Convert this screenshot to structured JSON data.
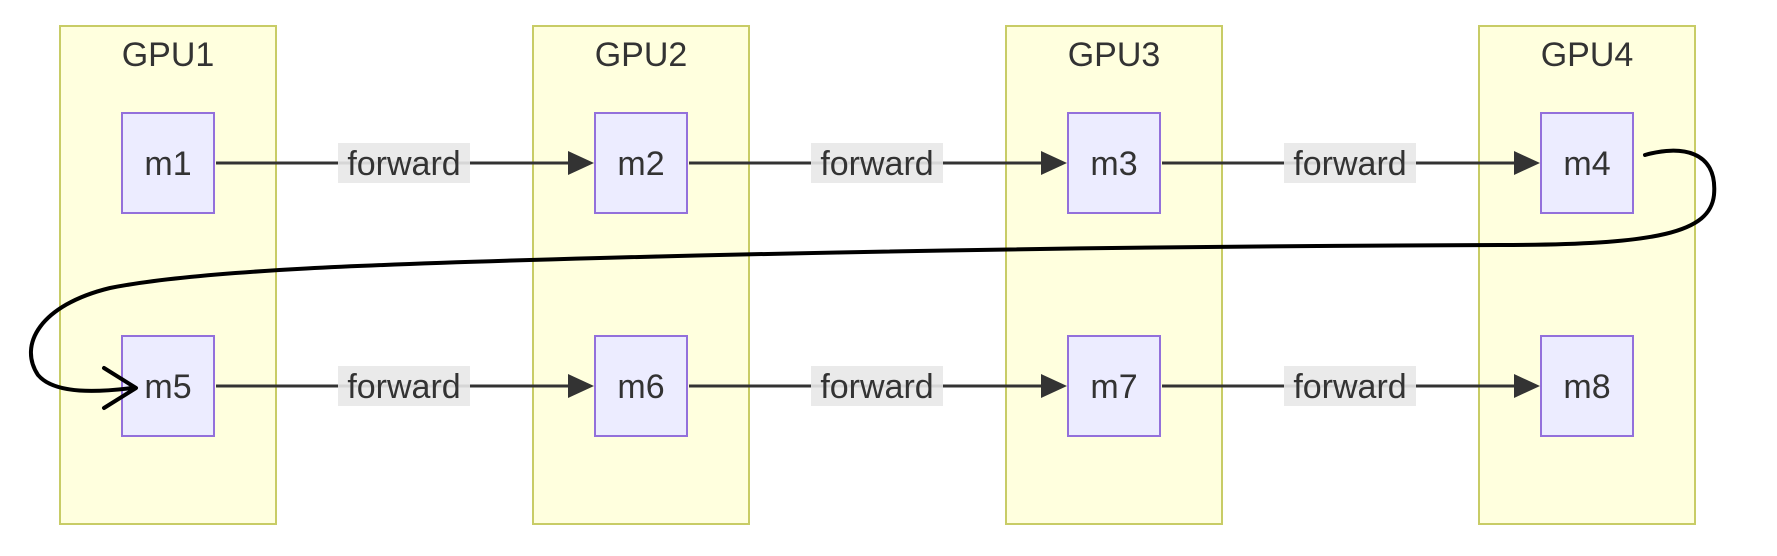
{
  "colors": {
    "cluster_fill": "#ffffde",
    "cluster_border": "#c8cc66",
    "node_fill": "#ececff",
    "node_border": "#9370db",
    "edge": "#333333",
    "edge_label_bg": "#e8e8e8",
    "annotation": "#000000"
  },
  "clusters": [
    {
      "id": "gpu1",
      "title": "GPU1"
    },
    {
      "id": "gpu2",
      "title": "GPU2"
    },
    {
      "id": "gpu3",
      "title": "GPU3"
    },
    {
      "id": "gpu4",
      "title": "GPU4"
    }
  ],
  "nodes": [
    {
      "id": "m1",
      "label": "m1",
      "cluster": "gpu1"
    },
    {
      "id": "m2",
      "label": "m2",
      "cluster": "gpu2"
    },
    {
      "id": "m3",
      "label": "m3",
      "cluster": "gpu3"
    },
    {
      "id": "m4",
      "label": "m4",
      "cluster": "gpu4"
    },
    {
      "id": "m5",
      "label": "m5",
      "cluster": "gpu1"
    },
    {
      "id": "m6",
      "label": "m6",
      "cluster": "gpu2"
    },
    {
      "id": "m7",
      "label": "m7",
      "cluster": "gpu3"
    },
    {
      "id": "m8",
      "label": "m8",
      "cluster": "gpu4"
    }
  ],
  "edges": [
    {
      "from": "m1",
      "to": "m2",
      "label": "forward"
    },
    {
      "from": "m2",
      "to": "m3",
      "label": "forward"
    },
    {
      "from": "m3",
      "to": "m4",
      "label": "forward"
    },
    {
      "from": "m5",
      "to": "m6",
      "label": "forward"
    },
    {
      "from": "m6",
      "to": "m7",
      "label": "forward"
    },
    {
      "from": "m7",
      "to": "m8",
      "label": "forward"
    }
  ],
  "annotation": {
    "type": "hand-drawn-arrow",
    "from": "m4",
    "to": "m5"
  }
}
